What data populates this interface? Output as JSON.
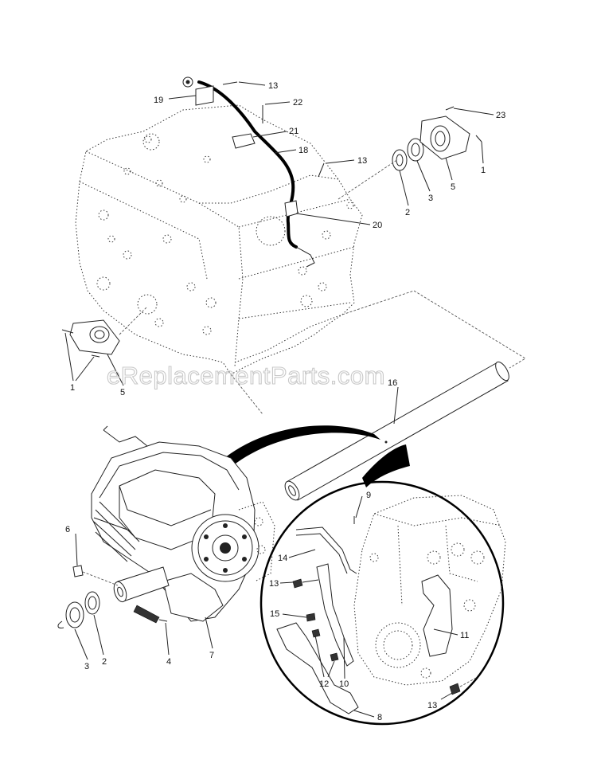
{
  "watermark": "eReplacementParts.com",
  "callouts": [
    {
      "id": "c13a",
      "label": "13"
    },
    {
      "id": "c19",
      "label": "19"
    },
    {
      "id": "c22",
      "label": "22"
    },
    {
      "id": "c21",
      "label": "21"
    },
    {
      "id": "c18",
      "label": "18"
    },
    {
      "id": "c13b",
      "label": "13"
    },
    {
      "id": "c20",
      "label": "20"
    },
    {
      "id": "c23",
      "label": "23"
    },
    {
      "id": "c2a",
      "label": "2"
    },
    {
      "id": "c3a",
      "label": "3"
    },
    {
      "id": "c5a",
      "label": "5"
    },
    {
      "id": "c1a",
      "label": "1"
    },
    {
      "id": "c1b",
      "label": "1"
    },
    {
      "id": "c5b",
      "label": "5"
    },
    {
      "id": "c16",
      "label": "16"
    },
    {
      "id": "c9",
      "label": "9"
    },
    {
      "id": "c6",
      "label": "6"
    },
    {
      "id": "c14",
      "label": "14"
    },
    {
      "id": "c13c",
      "label": "13"
    },
    {
      "id": "c15",
      "label": "15"
    },
    {
      "id": "c11",
      "label": "11"
    },
    {
      "id": "c12",
      "label": "12"
    },
    {
      "id": "c10",
      "label": "10"
    },
    {
      "id": "c3b",
      "label": "3"
    },
    {
      "id": "c2b",
      "label": "2"
    },
    {
      "id": "c4",
      "label": "4"
    },
    {
      "id": "c7",
      "label": "7"
    },
    {
      "id": "c13d",
      "label": "13"
    },
    {
      "id": "c8",
      "label": "8"
    }
  ]
}
